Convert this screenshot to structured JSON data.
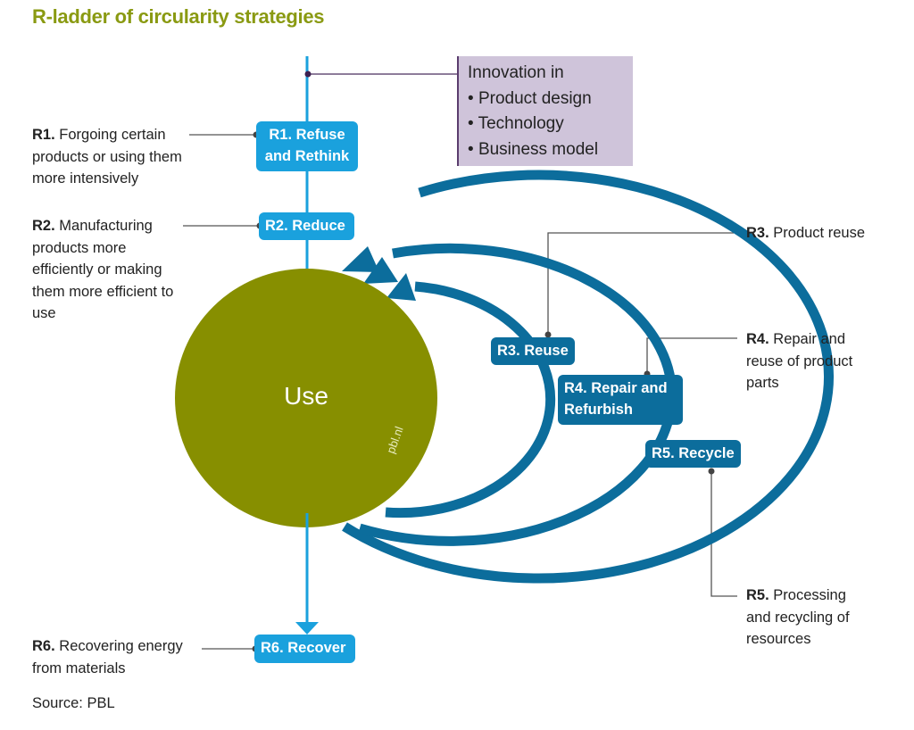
{
  "title": "R-ladder of circularity strategies",
  "innovation": {
    "heading": "Innovation in",
    "items": [
      "Product design",
      "Technology",
      "Business model"
    ]
  },
  "center": {
    "label": "Use",
    "watermark": "pbl.nl"
  },
  "strategies": {
    "r1": {
      "box": "R1. Refuse and Rethink",
      "desc_key": "R1.",
      "desc": "Forgoing certain products or using them more intensively"
    },
    "r2": {
      "box": "R2. Reduce",
      "desc_key": "R2.",
      "desc": "Manufacturing products more efficiently or making them more efficient to use"
    },
    "r3": {
      "box": "R3. Reuse",
      "desc_key": "R3.",
      "desc": "Product reuse"
    },
    "r4": {
      "box": "R4. Repair and Refurbish",
      "desc_key": "R4.",
      "desc": "Repair and reuse of product parts"
    },
    "r5": {
      "box": "R5. Recycle",
      "desc_key": "R5.",
      "desc": "Processing and recycling of resources"
    },
    "r6": {
      "box": "R6. Recover",
      "desc_key": "R6.",
      "desc": "Recovering energy from materials"
    }
  },
  "source": "Source: PBL",
  "colors": {
    "title": "#8a9a12",
    "light_blue": "#1aa1dd",
    "dark_blue": "#0c6d9c",
    "use_circle": "#878f00",
    "innovation_box": "#cfc4da"
  }
}
